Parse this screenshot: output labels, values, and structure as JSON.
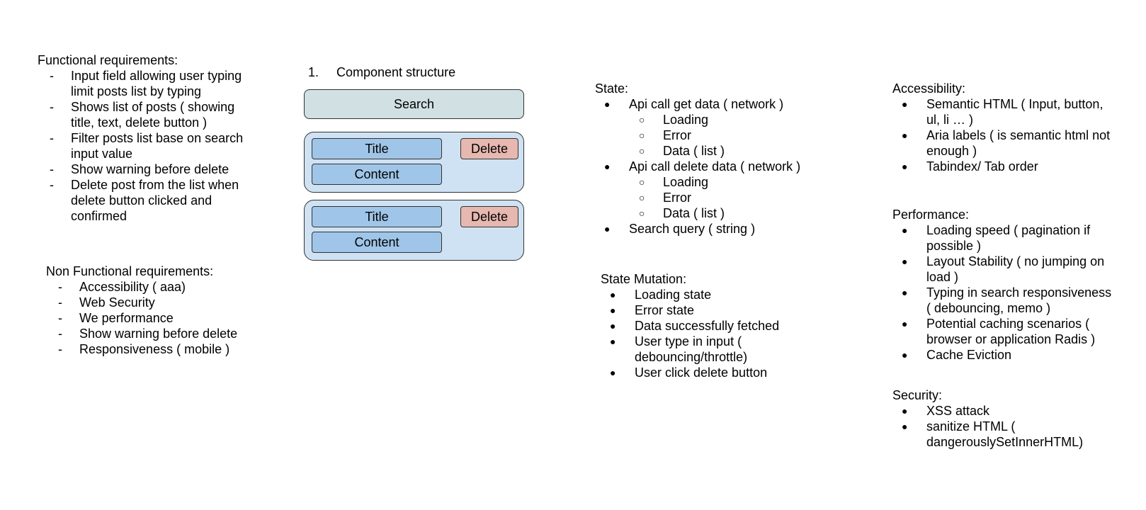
{
  "functional": {
    "title": "Functional requirements:",
    "items": [
      [
        "Input field allowing user typing",
        "limit posts list by typing"
      ],
      [
        "Shows list of posts ( showing",
        "title, text, delete button )"
      ],
      [
        "Filter posts list base on search",
        "input value"
      ],
      [
        "Show warning before delete"
      ],
      [
        "Delete post from the list when",
        "delete button clicked and",
        "confirmed"
      ]
    ]
  },
  "non_functional": {
    "title": "Non Functional requirements:",
    "items": [
      "Accessibility ( aaa)",
      "Web Security",
      "We performance",
      "Show warning before delete",
      "Responsiveness ( mobile )"
    ]
  },
  "component": {
    "number": "1.",
    "title": "Component structure",
    "search_label": "Search",
    "posts": [
      {
        "title": "Title",
        "content": "Content",
        "delete": "Delete"
      },
      {
        "title": "Title",
        "content": "Content",
        "delete": "Delete"
      }
    ]
  },
  "state": {
    "title": "State:",
    "items": [
      {
        "label": "Api call get data ( network )",
        "sub": [
          "Loading",
          "Error",
          "Data ( list )"
        ]
      },
      {
        "label": "Api call delete data ( network )",
        "sub": [
          "Loading",
          "Error",
          "Data ( list )"
        ]
      },
      {
        "label": "Search query ( string )",
        "sub": []
      }
    ]
  },
  "state_mutation": {
    "title": "State Mutation:",
    "items": [
      [
        "Loading state"
      ],
      [
        "Error state"
      ],
      [
        "Data successfully fetched"
      ],
      [
        "User type in input (",
        "debouncing/throttle)"
      ],
      [
        "User click delete button"
      ]
    ]
  },
  "accessibility": {
    "title": "Accessibility:",
    "items": [
      [
        "Semantic HTML ( Input, button,",
        "ul, li … )"
      ],
      [
        "Aria labels ( is semantic html not",
        "enough )"
      ],
      [
        "Tabindex/ Tab order"
      ]
    ]
  },
  "performance": {
    "title": "Performance:",
    "items": [
      [
        "Loading speed ( pagination if",
        "possible )"
      ],
      [
        "Layout Stability ( no jumping on",
        "load )"
      ],
      [
        "Typing in search responsiveness",
        "( debouncing, memo )"
      ],
      [
        "Potential caching scenarios (",
        "browser or application Radis )"
      ],
      [
        "Cache Eviction"
      ]
    ]
  },
  "security": {
    "title": "Security:",
    "items": [
      [
        "XSS attack"
      ],
      [
        "sanitize HTML (",
        "dangerouslySetInnerHTML)"
      ]
    ]
  },
  "markers": {
    "dash": "-",
    "bullet": "●",
    "circle": "○"
  }
}
